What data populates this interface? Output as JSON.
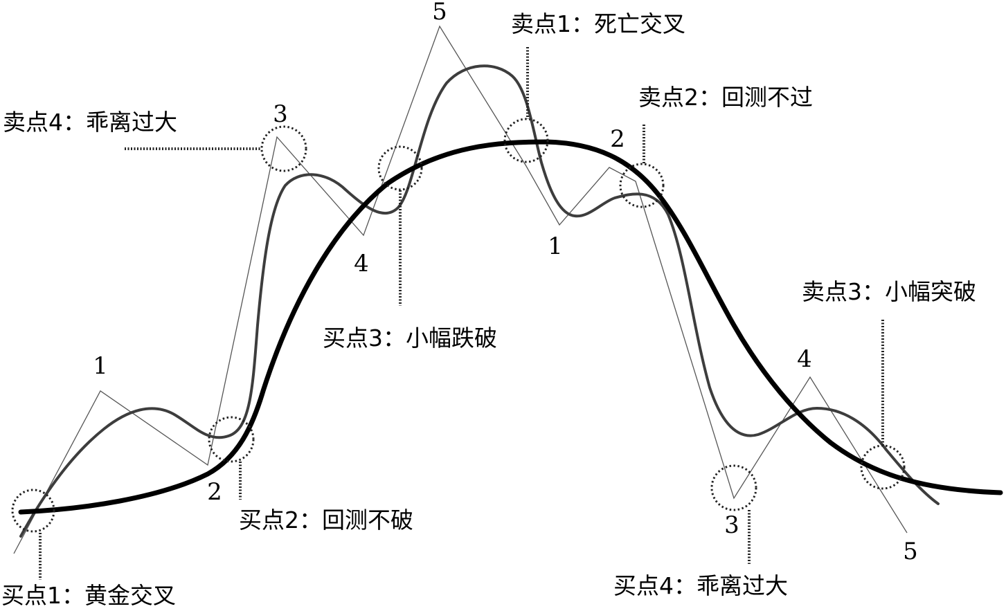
{
  "labels": {
    "buy1": "买点1：黄金交叉",
    "buy2": "买点2：回测不破",
    "buy3": "买点3：小幅跌破",
    "buy4": "买点4：乖离过大",
    "sell1": "卖点1：死亡交叉",
    "sell2": "卖点2：回测不过",
    "sell3": "卖点3：小幅突破",
    "sell4": "卖点4：乖离过大"
  },
  "wave_numbers": {
    "up": [
      "1",
      "2",
      "3",
      "4",
      "5"
    ],
    "down": [
      "1",
      "2",
      "3",
      "4",
      "5"
    ]
  },
  "lines": {
    "moving_average": "thick smoothed line",
    "price": "medium wavy line",
    "wave": "thin zigzag line"
  }
}
